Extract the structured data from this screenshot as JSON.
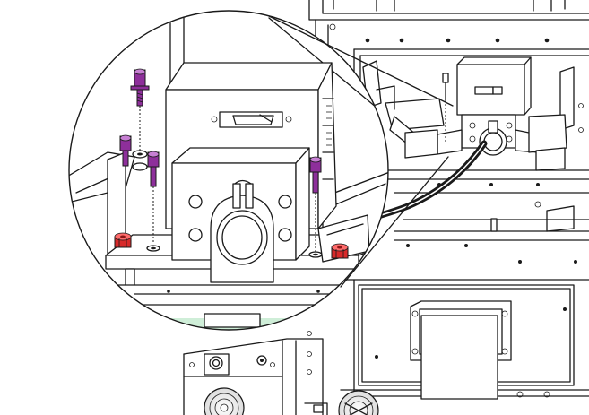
{
  "colors": {
    "line": "#1a1a1a",
    "background": "#ffffff",
    "bolt": "#8e2f9b",
    "bolt_highlight": "#c77fd3",
    "nut": "#d82a2a",
    "nut_dark": "#8a1616",
    "accent_green": "#cfeed8",
    "cable": "#1a1a1a"
  },
  "callout": {
    "shape": "circle",
    "bolts": 4,
    "nuts": 2
  },
  "icons": [
    "hex-socket-bolt-icon",
    "hex-nut-icon",
    "fan-grille-icon",
    "connector-port-icon"
  ]
}
